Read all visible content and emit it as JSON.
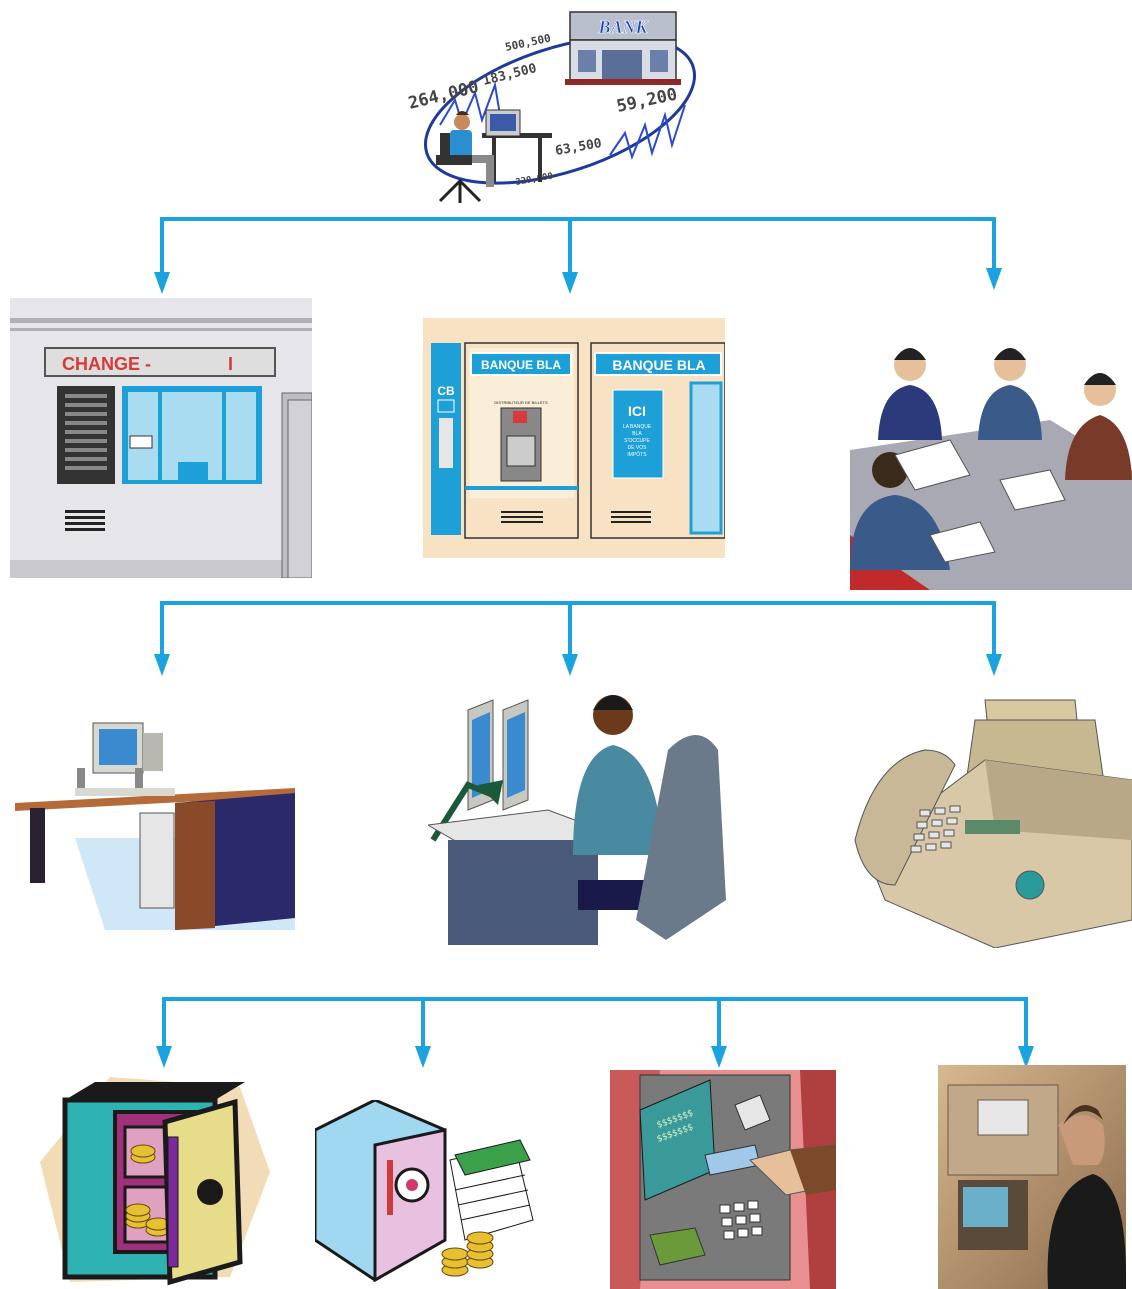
{
  "top": {
    "bank_sign": "BANK",
    "numbers": [
      "500,500",
      "183,500",
      "264,000",
      "59,200",
      "63,500",
      "320,000"
    ]
  },
  "change_office": {
    "sign": "CHANGE -",
    "sign_right": "I"
  },
  "atm_front": {
    "bank_name_left": "BANQUE BLA",
    "bank_name_right": "BANQUE BLA",
    "cb_label": "CB",
    "dispenser_label": "DISTRIBUTEUR DE BILLETS",
    "poster_title": "ICI",
    "poster_lines": [
      "LA BANQUE",
      "BLA",
      "S'OCCUPE",
      "DE VOS",
      "IMPÔTS"
    ]
  },
  "atm_card": {
    "screen_text_1": "$$$$$$$",
    "screen_text_2": "$$$$$$$"
  },
  "colors": {
    "connector": "#1aa3e0"
  }
}
